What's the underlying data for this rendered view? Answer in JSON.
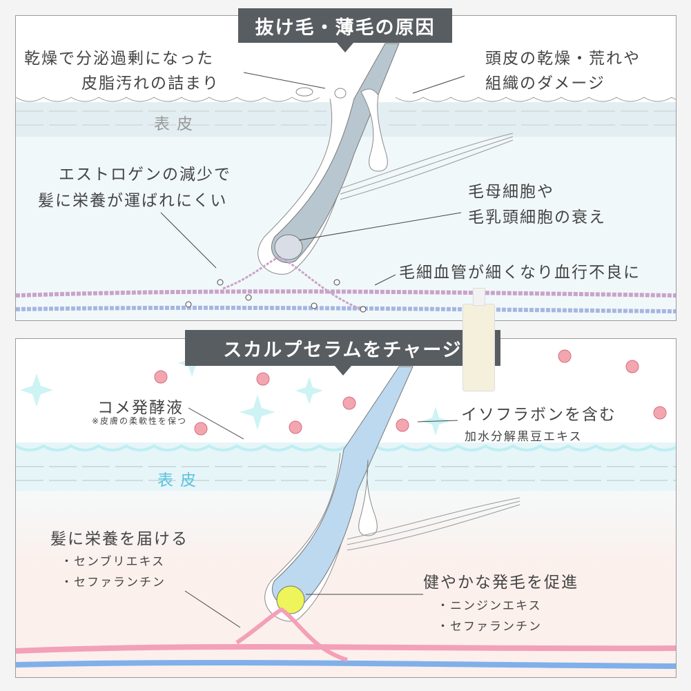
{
  "top_panel": {
    "title": "抜け毛・薄毛の原因",
    "labels": {
      "sebum_1": "乾燥で分泌過剰になった",
      "sebum_2": "皮脂汚れの詰まり",
      "scalp_1": "頭皮の乾燥・荒れや",
      "scalp_2": "組織のダメージ",
      "epidermis": "表皮",
      "estrogen_1": "エストロゲンの減少で",
      "estrogen_2": "髪に栄養が運ばれにくい",
      "cell_1": "毛母細胞や",
      "cell_2": "毛乳頭細胞の衰え",
      "blood": "毛細血管が細くなり血行不良に"
    }
  },
  "bottom_panel": {
    "title": "スカルプセラムをチャージ",
    "labels": {
      "rice_1": "コメ発酵液",
      "rice_2": "※皮膚の柔軟性を保つ",
      "iso_1": "イソフラボンを含む",
      "iso_2": "加水分解黒豆エキス",
      "epidermis": "表皮",
      "nourish": "髪に栄養を届ける",
      "nourish_items": [
        "・センブリエキス",
        "・セファランチン"
      ],
      "growth": "健やかな発毛を促進",
      "growth_items": [
        "・ニンジンエキス",
        "・セファランチン"
      ]
    }
  },
  "colors": {
    "banner": "#585d61",
    "capillary_top_red": "#c9a3c9",
    "capillary_top_blue": "#a6b6e0",
    "artery": "#f3a0b8",
    "vein": "#7fb0ea",
    "papilla_new": "#eef55a"
  }
}
